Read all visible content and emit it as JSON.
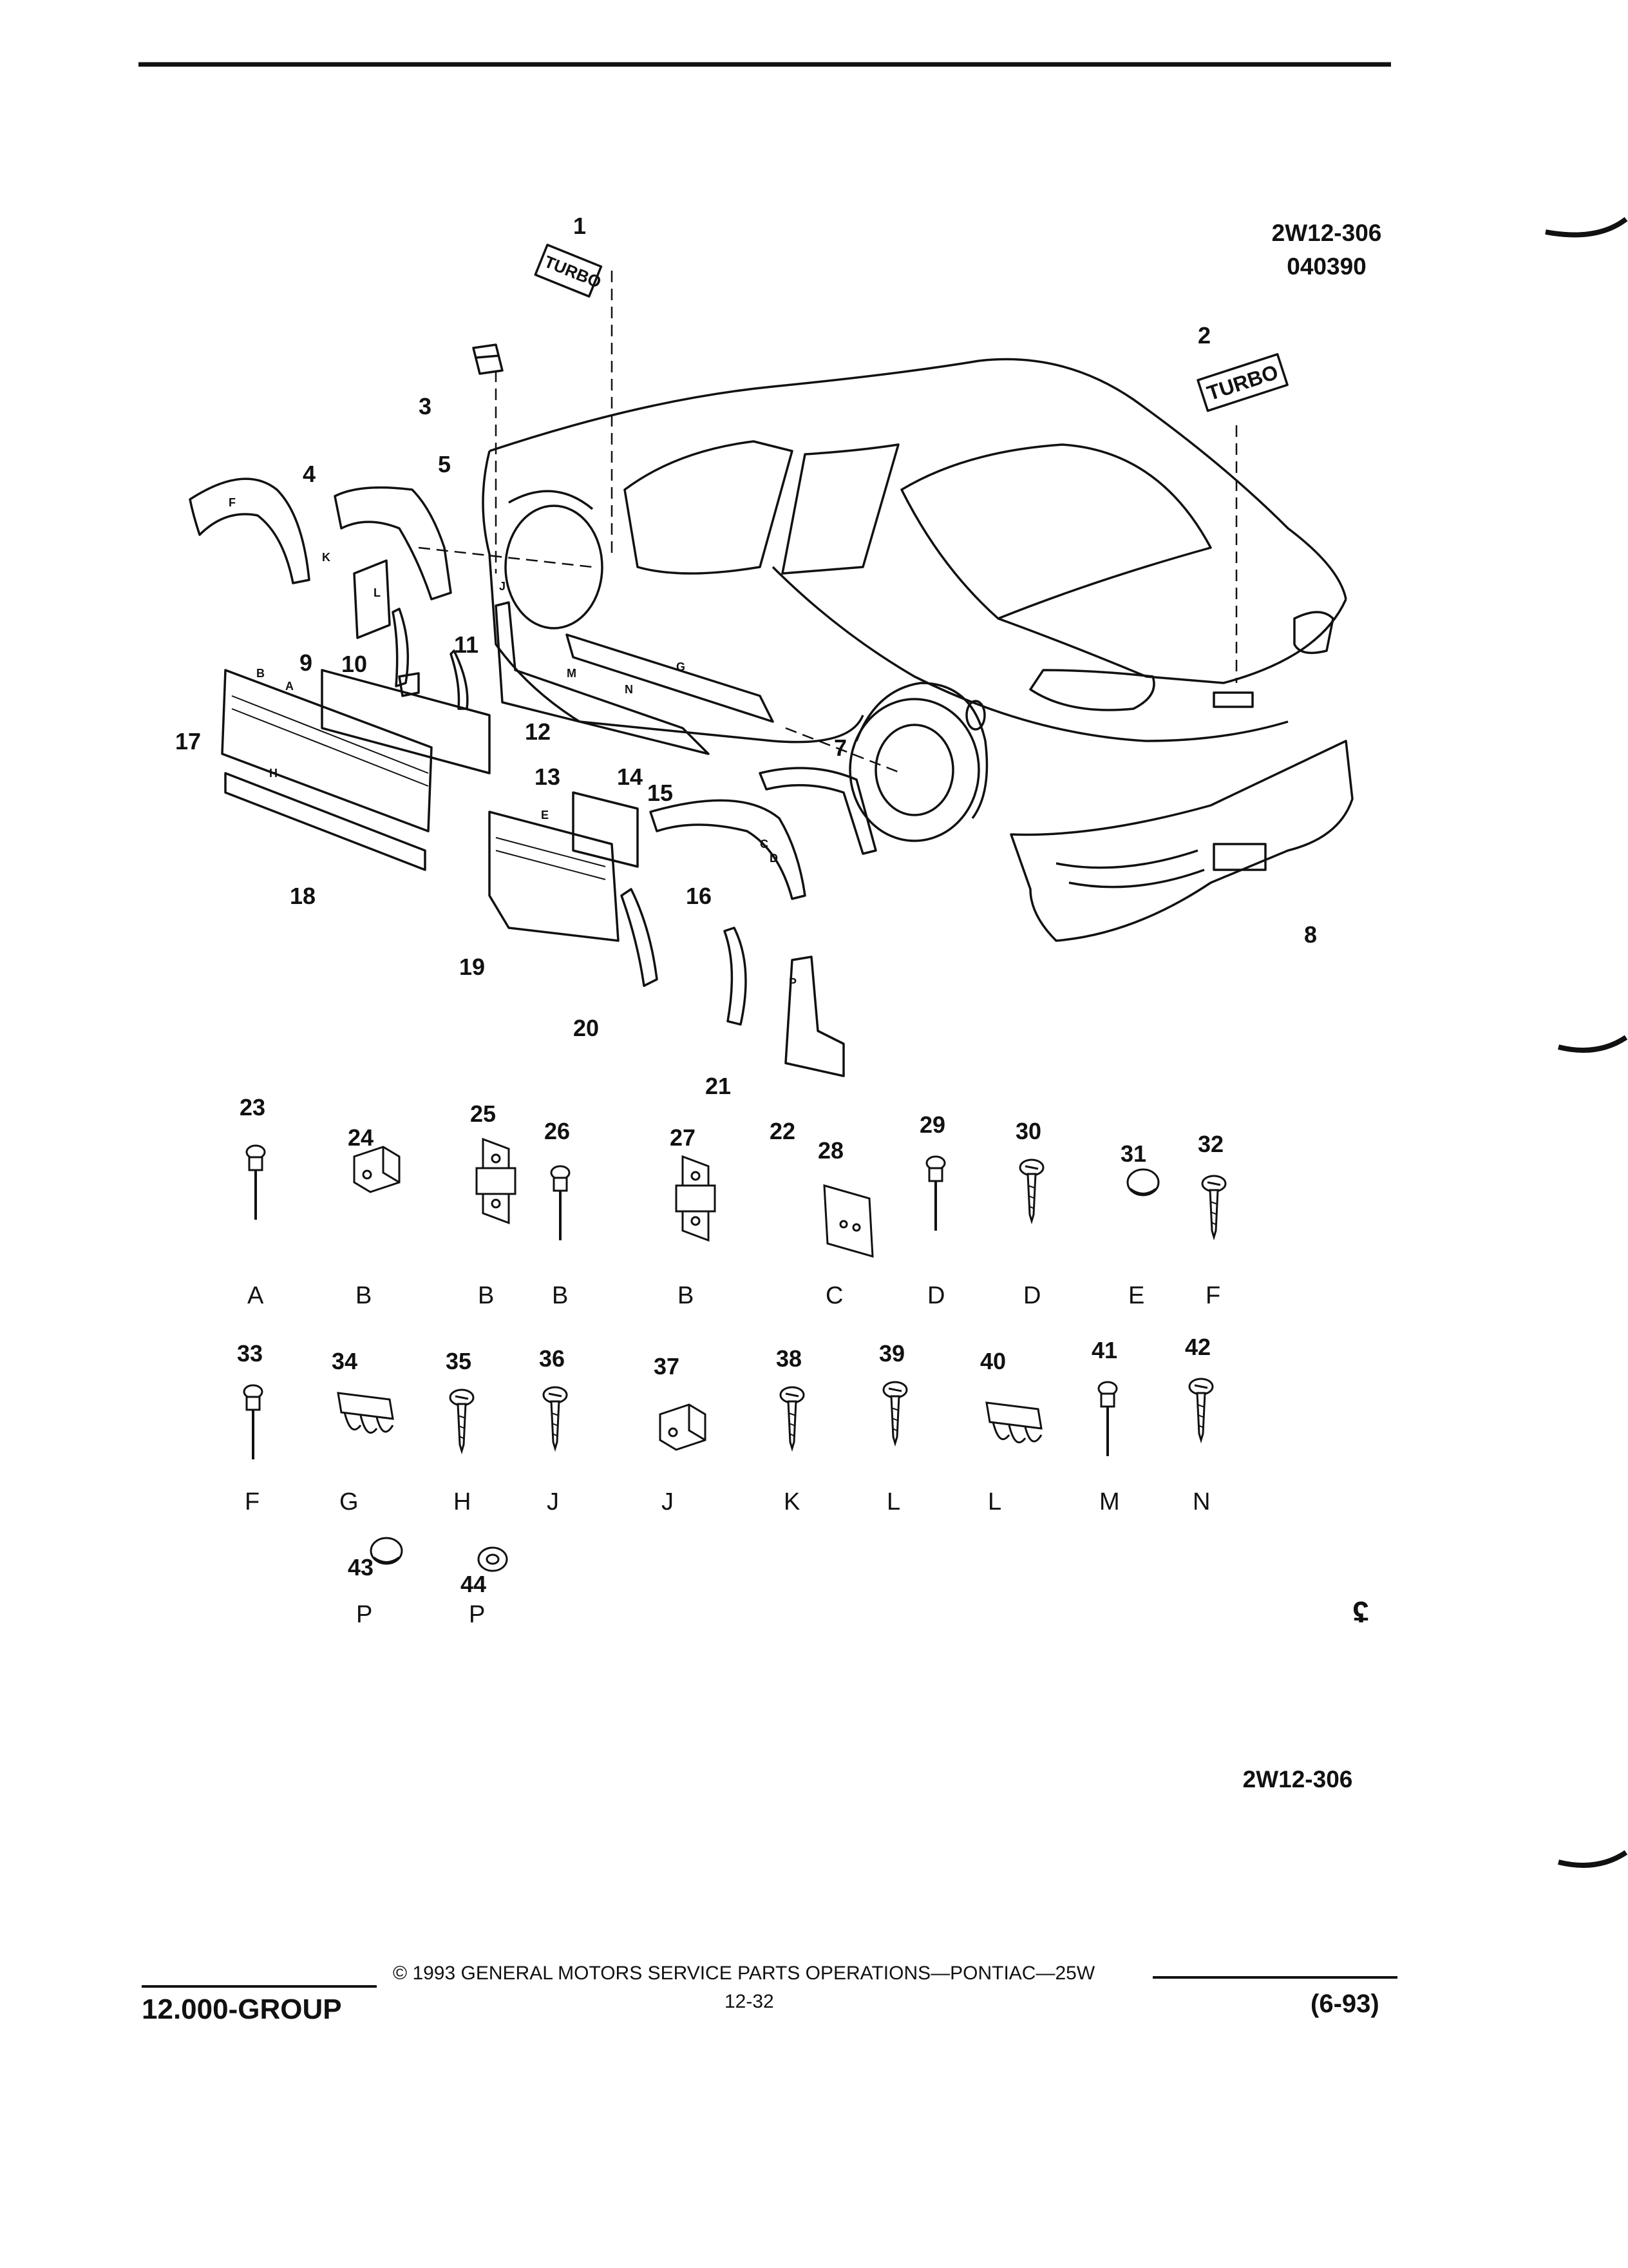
{
  "header": {
    "illustration_id": "2W12-306",
    "date_code": "040390"
  },
  "callouts": [
    "1",
    "2",
    "3",
    "4",
    "5",
    "7",
    "8",
    "9",
    "10",
    "11",
    "12",
    "13",
    "14",
    "15",
    "16",
    "17",
    "18",
    "19",
    "20",
    "21",
    "22"
  ],
  "emblem_text": "TURBO",
  "fastener_rows": [
    [
      {
        "num": "23",
        "letter": "A",
        "icon": "push-rivet-icon"
      },
      {
        "num": "24",
        "letter": "B",
        "icon": "clip-nut-icon"
      },
      {
        "num": "25",
        "letter": "B",
        "icon": "bracket-icon"
      },
      {
        "num": "26",
        "letter": "B",
        "icon": "push-rivet-icon"
      },
      {
        "num": "27",
        "letter": "B",
        "icon": "bracket-icon"
      },
      {
        "num": "28",
        "letter": "C",
        "icon": "pad-icon"
      },
      {
        "num": "29",
        "letter": "D",
        "icon": "push-rivet-icon"
      },
      {
        "num": "30",
        "letter": "D",
        "icon": "screw-icon"
      },
      {
        "num": "31",
        "letter": "E",
        "icon": "plug-icon"
      },
      {
        "num": "32",
        "letter": "F",
        "icon": "screw-icon"
      }
    ],
    [
      {
        "num": "33",
        "letter": "F",
        "icon": "push-rivet-icon"
      },
      {
        "num": "34",
        "letter": "G",
        "icon": "retainer-clip-icon"
      },
      {
        "num": "35",
        "letter": "H",
        "icon": "screw-icon"
      },
      {
        "num": "36",
        "letter": "J",
        "icon": "screw-icon"
      },
      {
        "num": "37",
        "letter": "J",
        "icon": "clip-nut-icon"
      },
      {
        "num": "38",
        "letter": "K",
        "icon": "screw-icon"
      },
      {
        "num": "39",
        "letter": "L",
        "icon": "screw-icon"
      },
      {
        "num": "40",
        "letter": "L",
        "icon": "retainer-clip-icon"
      },
      {
        "num": "41",
        "letter": "M",
        "icon": "push-rivet-icon"
      },
      {
        "num": "42",
        "letter": "N",
        "icon": "screw-icon"
      }
    ],
    [
      {
        "num": "43",
        "letter": "P",
        "icon": "plug-icon"
      },
      {
        "num": "44",
        "letter": "P",
        "icon": "grommet-icon"
      }
    ]
  ],
  "body_letters": [
    "A",
    "B",
    "C",
    "D",
    "E",
    "F",
    "G",
    "H",
    "J",
    "K",
    "L",
    "M",
    "N",
    "P"
  ],
  "bottom_id": "2W12-306",
  "footer": {
    "copyright": "© 1993 GENERAL MOTORS SERVICE PARTS OPERATIONS—PONTIAC—25W",
    "group": "12.000-GROUP",
    "page": "12-32",
    "date": "(6-93)"
  }
}
